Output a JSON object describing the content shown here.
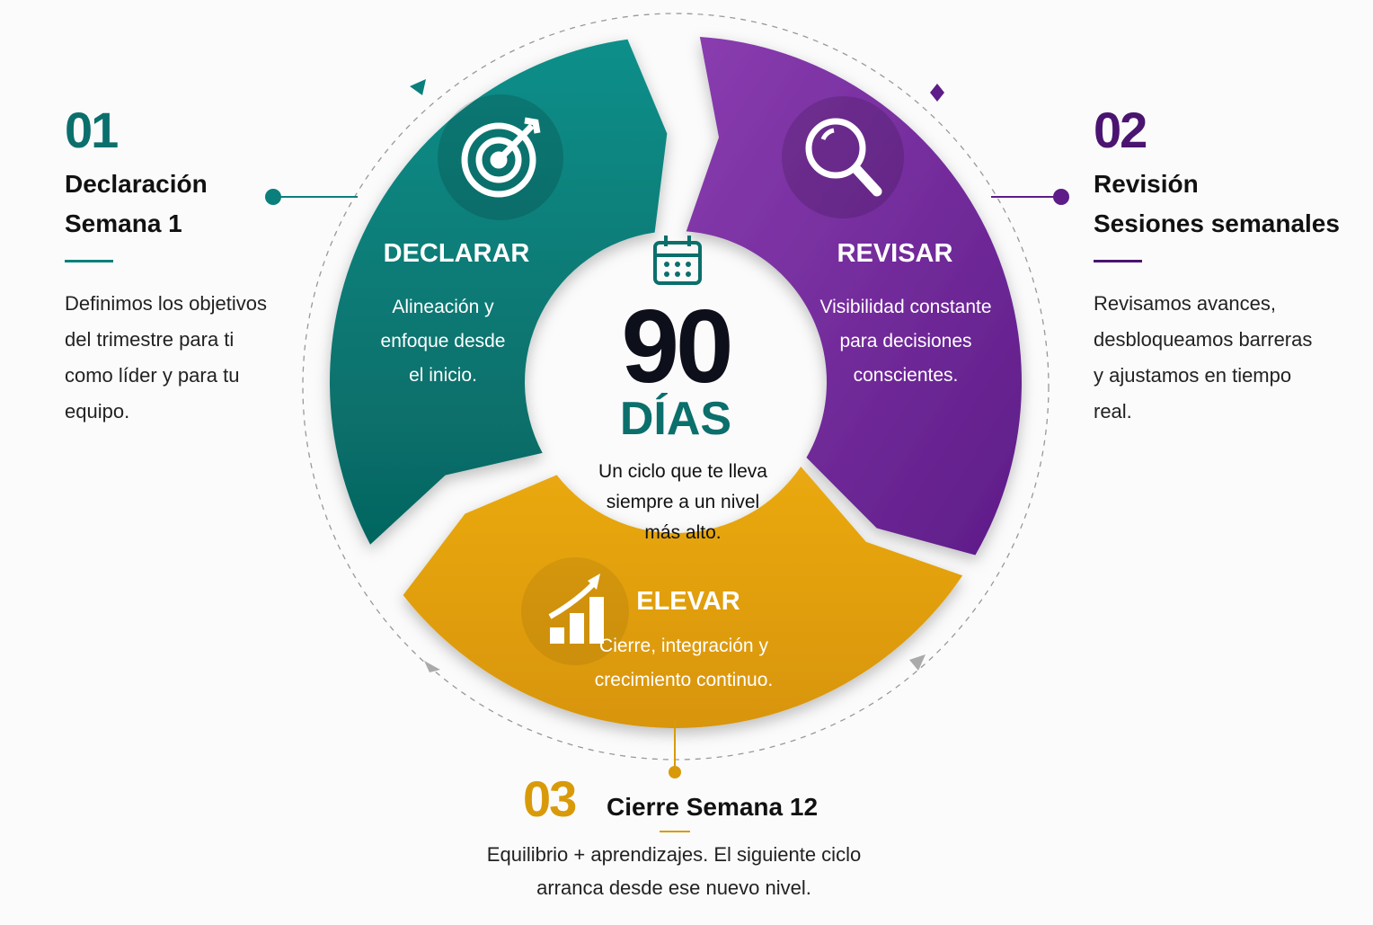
{
  "center": {
    "number": "90",
    "unit": "DÍAS",
    "caption": [
      "Un ciclo que te lleva",
      "siempre a un nivel",
      "más alto."
    ]
  },
  "colors": {
    "teal": "#0b7f7c",
    "purple": "#6d2596",
    "gold": "#e0a010",
    "dark_purple": "#4a1470",
    "gold_text": "#d99a0a"
  },
  "steps": [
    {
      "number": "01",
      "title": [
        "Declaración",
        "Semana 1"
      ],
      "desc": [
        "Definimos los objetivos",
        "del trimestre para ti",
        "como líder y para tu",
        "equipo."
      ],
      "segment_title": "DECLARAR",
      "segment_text": [
        "Alineación y",
        "enfoque desde",
        "el inicio."
      ],
      "icon": "target-icon"
    },
    {
      "number": "02",
      "title": [
        "Revisión",
        "Sesiones semanales"
      ],
      "desc": [
        "Revisamos avances,",
        "desbloqueamos barreras",
        "y ajustamos en tiempo",
        "real."
      ],
      "segment_title": "REVISAR",
      "segment_text": [
        "Visibilidad constante",
        "para decisiones",
        "conscientes."
      ],
      "icon": "magnifier-icon"
    },
    {
      "number": "03",
      "title": [
        "Cierre Semana 12"
      ],
      "desc": [
        "Equilibrio + aprendizajes. El siguiente ciclo",
        "arranca desde ese nuevo nivel."
      ],
      "segment_title": "ELEVAR",
      "segment_text": [
        "Cierre, integración y",
        "crecimiento continuo."
      ],
      "icon": "growth-chart-icon"
    }
  ]
}
